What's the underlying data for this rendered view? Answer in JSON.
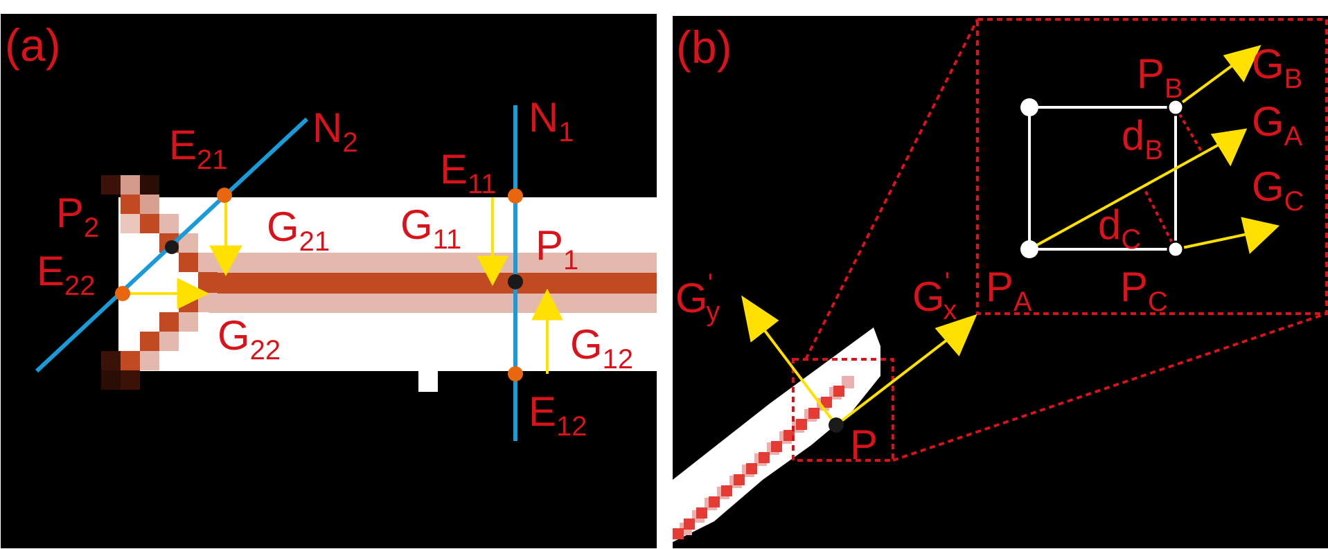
{
  "panel_a": {
    "tag": "(a)",
    "labels": {
      "N1": "N",
      "N1_sub": "1",
      "N2": "N",
      "N2_sub": "2",
      "E11": "E",
      "E11_sub": "11",
      "E12": "E",
      "E12_sub": "12",
      "E21": "E",
      "E21_sub": "21",
      "E22": "E",
      "E22_sub": "22",
      "G11": "G",
      "G11_sub": "11",
      "G12": "G",
      "G12_sub": "12",
      "G21": "G",
      "G21_sub": "21",
      "G22": "G",
      "G22_sub": "22",
      "P1": "P",
      "P1_sub": "1",
      "P2": "P",
      "P2_sub": "2"
    }
  },
  "panel_b": {
    "tag": "(b)",
    "labels": {
      "Gx": "G",
      "Gx_sub": "x",
      "Gx_prime": "'",
      "Gy": "G",
      "Gy_sub": "y",
      "Gy_prime": "'",
      "P": "P",
      "PA": "P",
      "PA_sub": "A",
      "PB": "P",
      "PB_sub": "B",
      "PC": "P",
      "PC_sub": "C",
      "GA": "G",
      "GA_sub": "A",
      "GB": "G",
      "GB_sub": "B",
      "GC": "G",
      "GC_sub": "C",
      "dB": "d",
      "dB_sub": "B",
      "dC": "d",
      "dC_sub": "C"
    }
  },
  "colors": {
    "label": "#d7141c",
    "normal_line": "#1a9ad6",
    "edge_point": "#e8660f",
    "gradient_arrow": "#ffe000",
    "ridge_dark": "#c14a23",
    "ridge_light": "#e3b9ad",
    "background": "#000000",
    "foreground": "#ffffff"
  }
}
